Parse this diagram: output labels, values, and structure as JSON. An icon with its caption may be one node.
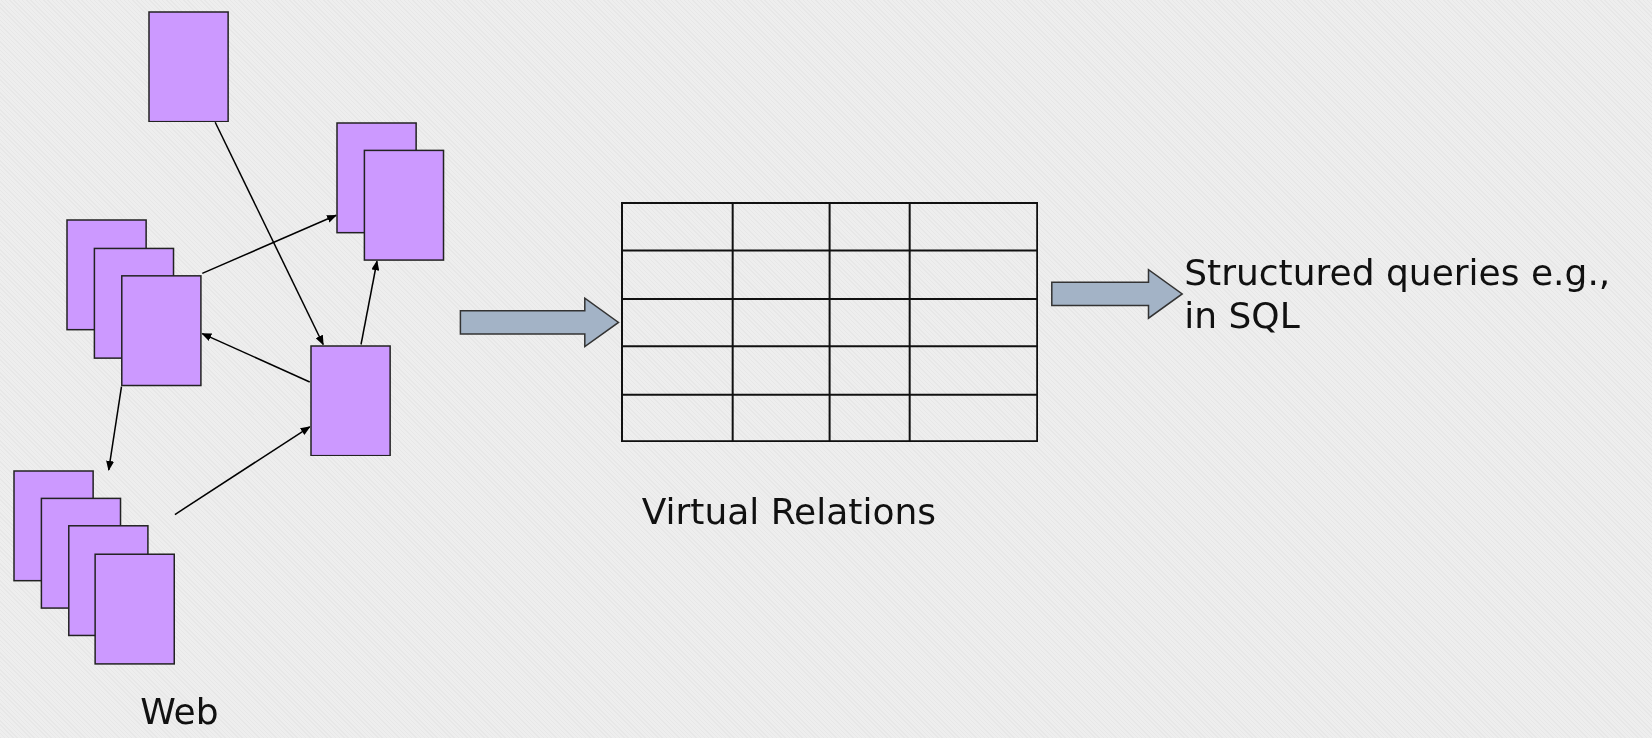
{
  "diagram": {
    "nodes": [
      {
        "text": [],
        "shape": "box"
      },
      {
        "text": [],
        "shape": "box"
      },
      {
        "text": [],
        "shape": "box"
      },
      {
        "text": [],
        "shape": "box"
      },
      {
        "text": [],
        "shape": "box"
      },
      {
        "text": [],
        "shape": "table",
        "beside": [
          "Virtual Relations"
        ]
      },
      {
        "text": [
          "Structured queries e.g., in SQL"
        ]
      }
    ],
    "edges": [
      {
        "from": 0,
        "to": 3,
        "arrow": "to"
      },
      {
        "from": 1,
        "to": 2,
        "arrow": "to"
      },
      {
        "from": 3,
        "to": 1,
        "arrow": "to"
      },
      {
        "from": 3,
        "to": 2,
        "arrow": "to"
      },
      {
        "from": 1,
        "to": 4,
        "arrow": "to"
      },
      {
        "from": 4,
        "to": 3,
        "arrow": "to"
      },
      {
        "from": null,
        "to": 5,
        "arrow": "to",
        "style": "thick",
        "color": "#a3b3c6"
      },
      {
        "from": 5,
        "to": 6,
        "arrow": "to",
        "style": "thick",
        "color": "#a3b3c6"
      }
    ],
    "labels": [
      "Web"
    ]
  }
}
